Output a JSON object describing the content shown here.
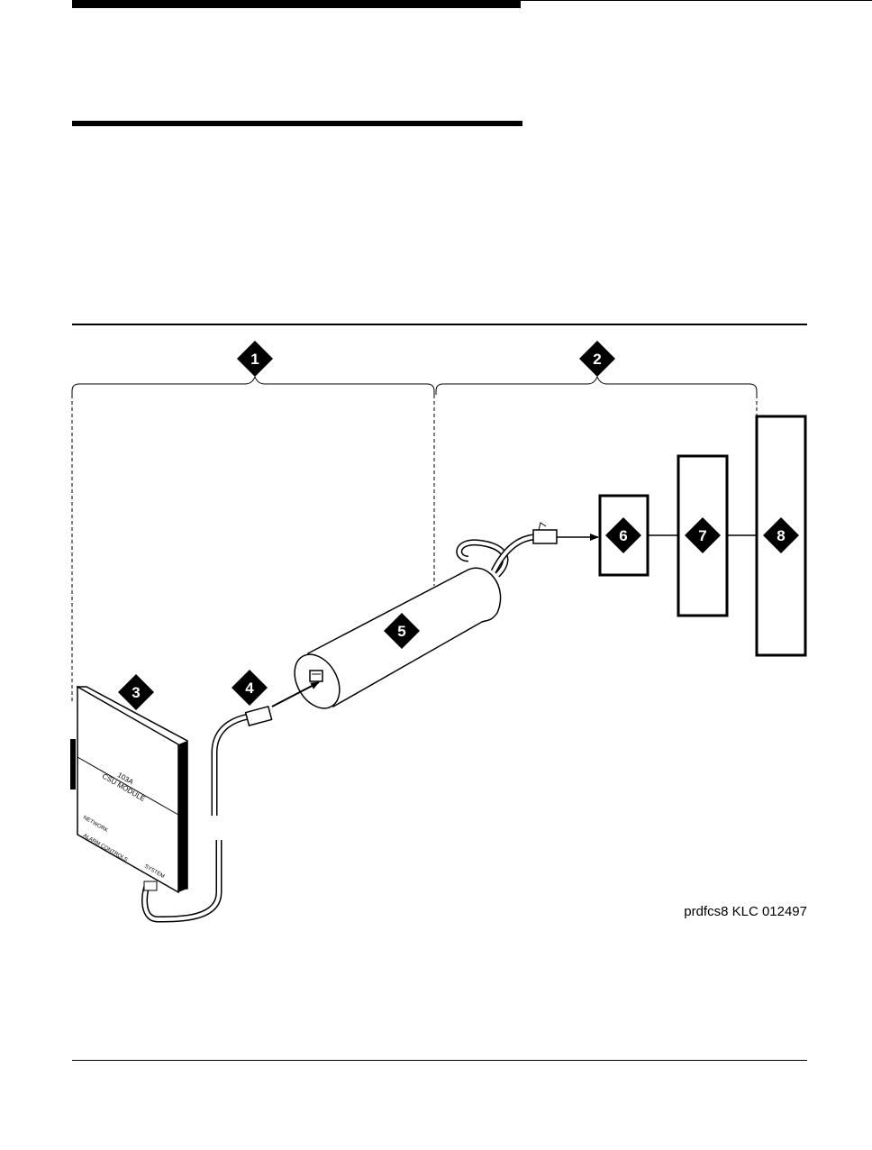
{
  "callouts": {
    "c1": "1",
    "c2": "2",
    "c3": "3",
    "c4": "4",
    "c5": "5",
    "c6": "6",
    "c7": "7",
    "c8": "8"
  },
  "module": {
    "model": "103A",
    "name": "CSU MODULE",
    "label_left": "NETWORK",
    "label_bottom": "ALARM CONTROLS",
    "label_right": "SYSTEM"
  },
  "figure_id": "prdfcs8 KLC 012497",
  "colors": {
    "ink": "#000000",
    "paper": "#ffffff"
  }
}
